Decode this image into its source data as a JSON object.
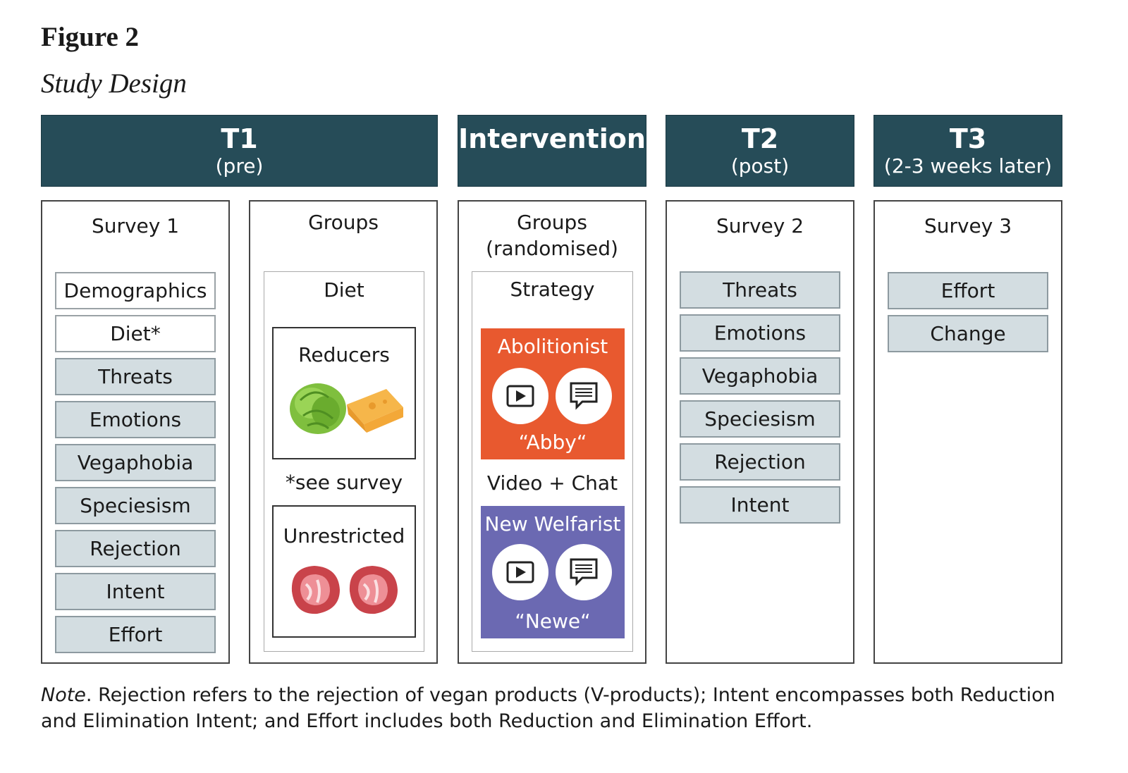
{
  "figure": {
    "number": "Figure 2",
    "title": "Study Design"
  },
  "headers": [
    {
      "title": "T1",
      "subtitle": "(pre)"
    },
    {
      "title": "Intervention",
      "subtitle": ""
    },
    {
      "title": "T2",
      "subtitle": "(post)"
    },
    {
      "title": "T3",
      "subtitle": "(2-3 weeks later)"
    }
  ],
  "survey1": {
    "title": "Survey 1",
    "items": [
      "Demographics",
      "Diet*",
      "Threats",
      "Emotions",
      "Vegaphobia",
      "Speciesism",
      "Rejection",
      "Intent",
      "Effort"
    ]
  },
  "groups": {
    "title": "Groups",
    "diet_label": "Diet",
    "reducers": "Reducers",
    "see_survey": "*see survey",
    "unrestricted": "Unrestricted"
  },
  "intervention": {
    "title_line1": "Groups",
    "title_line2": "(randomised)",
    "strategy_label": "Strategy",
    "abolitionist": {
      "name": "Abolitionist",
      "quote": "“Abby“",
      "color": "#e8592f"
    },
    "video_chat": "Video + Chat",
    "new_welfarist": {
      "name": "New Welfarist",
      "quote": "“Newe“",
      "color": "#6b69b2"
    }
  },
  "survey2": {
    "title": "Survey 2",
    "items": [
      "Threats",
      "Emotions",
      "Vegaphobia",
      "Speciesism",
      "Rejection",
      "Intent"
    ]
  },
  "survey3": {
    "title": "Survey 3",
    "items": [
      "Effort",
      "Change"
    ]
  },
  "note": {
    "label": "Note",
    "text": ". Rejection refers to the rejection of vegan products (V-products); Intent encompasses both Reduction and Elimination Intent; and Effort includes both Reduction and Elimination Effort."
  },
  "colors": {
    "header_bg": "#264c58",
    "item_bg": "#d3dde1"
  },
  "icons": [
    "play-video-icon",
    "chat-bubble-icon",
    "lettuce-icon",
    "cheese-icon",
    "meat-icon"
  ]
}
